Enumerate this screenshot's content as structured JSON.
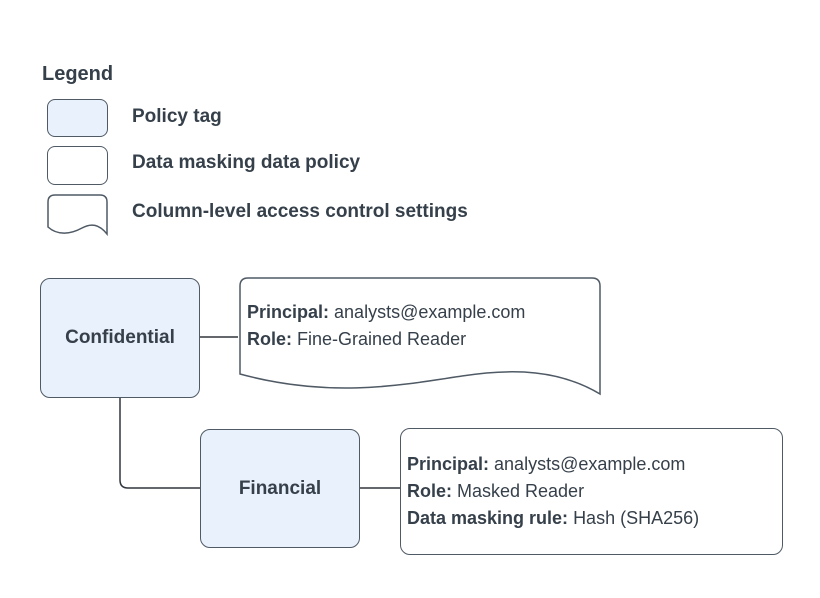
{
  "colors": {
    "policy_tag_fill": "#e9f1fc",
    "shape_fill": "#ffffff",
    "shape_border": "#4f5a65",
    "connector": "#30363d",
    "text": "#36404a"
  },
  "legend": {
    "title": "Legend",
    "items": [
      {
        "swatch": "policy-tag",
        "label": "Policy tag"
      },
      {
        "swatch": "data-masking-data-policy",
        "label": "Data masking data policy"
      },
      {
        "swatch": "column-level-access-control-settings",
        "label": "Column-level access control settings"
      }
    ]
  },
  "nodes": {
    "confidential": {
      "type": "policy-tag",
      "label": "Confidential"
    },
    "financial": {
      "type": "policy-tag",
      "label": "Financial"
    },
    "access_control_settings": {
      "type": "column-level-access-control-settings",
      "fields": [
        {
          "name": "Principal:",
          "value": "analysts@example.com"
        },
        {
          "name": "Role:",
          "value": "Fine-Grained Reader"
        }
      ]
    },
    "data_masking_policy": {
      "type": "data-masking-data-policy",
      "fields": [
        {
          "name": "Principal:",
          "value": "analysts@example.com"
        },
        {
          "name": "Role:",
          "value": "Masked Reader"
        },
        {
          "name": "Data masking rule:",
          "value": "Hash (SHA256)"
        }
      ]
    }
  },
  "edges": [
    {
      "from": "confidential",
      "to": "access_control_settings"
    },
    {
      "from": "confidential",
      "to": "financial"
    },
    {
      "from": "financial",
      "to": "data_masking_policy"
    }
  ]
}
